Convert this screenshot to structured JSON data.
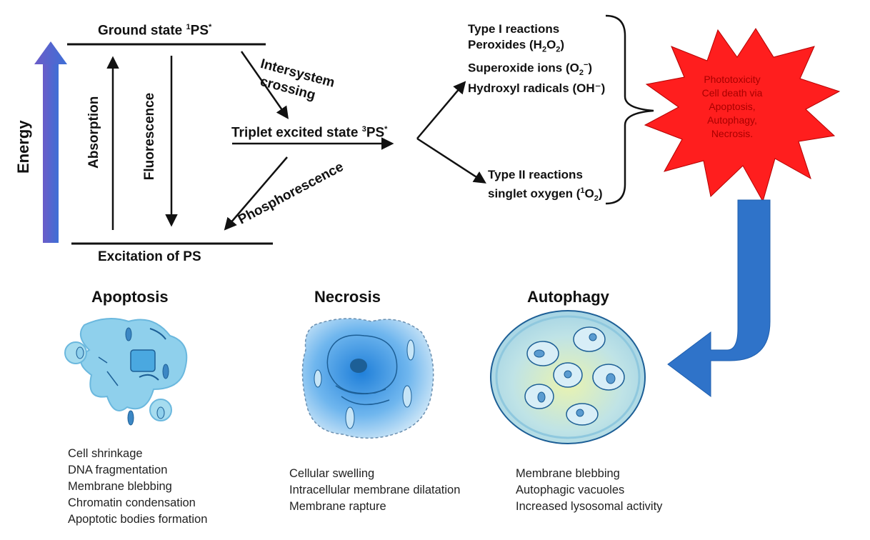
{
  "diagram": {
    "energy_label": "Energy",
    "ground_state": {
      "text": "Ground state ",
      "sup": "1",
      "tail": "PS",
      "star": "*"
    },
    "excitation": "Excitation of PS",
    "absorption": "Absorption",
    "fluorescence": "Fluorescence",
    "intersystem": [
      "Intersystem",
      "crossing"
    ],
    "phosphorescence": "Phosphorescence",
    "triplet": {
      "text": "Triplet excited state ",
      "sup": "3",
      "tail": "PS",
      "star": "*"
    },
    "type1": {
      "title": "Type I reactions",
      "peroxides": "Peroxides (H",
      "peroxides_sub1": "2",
      "peroxides_mid": "O",
      "peroxides_sub2": "2",
      "peroxides_end": ")",
      "superoxide": "Superoxide ions (O",
      "superoxide_sub": "2",
      "superoxide_sup": "−",
      "superoxide_end": ")",
      "hydroxyl": "Hydroxyl radicals (OH⁻)"
    },
    "type2": {
      "title": "Type II reactions",
      "singlet": "singlet oxygen (",
      "singlet_sup": "1",
      "singlet_mid": "O",
      "singlet_sub": "2",
      "singlet_end": ")"
    },
    "burst_lines": [
      "Phototoxicity",
      "Cell death via",
      "Apoptosis,",
      "Autophagy,",
      "Necrosis."
    ]
  },
  "cells": {
    "apoptosis": {
      "title": "Apoptosis",
      "items": [
        "Cell shrinkage",
        "DNA fragmentation",
        "Membrane blebbing",
        "Chromatin condensation",
        "Apoptotic bodies formation"
      ]
    },
    "necrosis": {
      "title": "Necrosis",
      "items": [
        "Cellular swelling",
        "Intracellular membrane dilatation",
        "Membrane rapture"
      ]
    },
    "autophagy": {
      "title": "Autophagy",
      "items": [
        "Membrane blebbing",
        "Autophagic vacuoles",
        "Increased lysosomal activity"
      ]
    }
  },
  "colors": {
    "energy_arrow": "#3f63c9",
    "burst": "#ff1e1e",
    "curve_arrow": "#2f73c9",
    "cell_fill": "#8fd0ec"
  }
}
